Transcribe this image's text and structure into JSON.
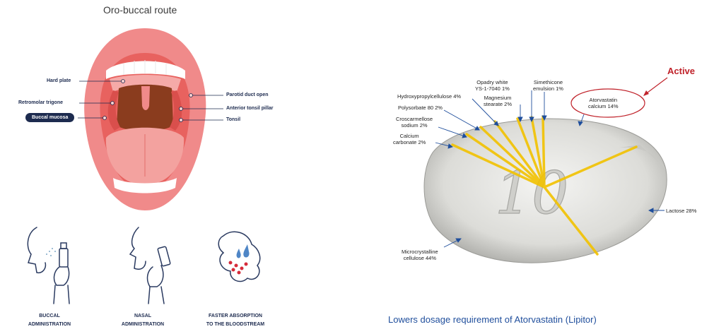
{
  "oral_diagram": {
    "title": "Oro-buccal route",
    "labels": {
      "hard_plate": "Hard plate",
      "retromolar_trigone": "Retromolar trigone",
      "buccal_mucosa": "Buccal mucosa",
      "parotid_duct": "Parotid duct open",
      "anterior_tonsil_pillar": "Anterior tonsil pillar",
      "tonsil": "Tonsil"
    }
  },
  "administration": [
    {
      "line1": "BUCCAL",
      "line2": "ADMINISTRATION",
      "icon": "buccal-spray-icon"
    },
    {
      "line1": "NASAL",
      "line2": "ADMINISTRATION",
      "icon": "nasal-spray-icon"
    },
    {
      "line1": "FASTER ABSORPTION",
      "line2": "TO THE BLOODSTREAM",
      "icon": "bloodstream-absorption-icon"
    }
  ],
  "tablet": {
    "imprint": "10",
    "ingredients": {
      "opadry": [
        "Opadry white",
        "YS-1-7040 1%"
      ],
      "simethicone": [
        "Simethicone",
        "emulsion 1%"
      ],
      "hpc": "Hydroxypropylcellulose 4%",
      "magnesium": [
        "Magnesium",
        "stearate 2%"
      ],
      "polysorbate": "Polysorbate 80 2%",
      "croscarmellose": [
        "Croscarmellose",
        "sodium 2%"
      ],
      "calcium": [
        "Calcium",
        "carbonate 2%"
      ],
      "atorvastatin": [
        "Atorvastatin",
        "calcium 14%"
      ],
      "lactose": "Lactose 28%",
      "mcc": [
        "Microcrystalline",
        "cellulose 44%"
      ]
    },
    "active_label": "Active",
    "caption": "Lowers dosage requirement of Atorvastatin (Lipitor)"
  },
  "colors": {
    "navy": "#1d2b4f",
    "active_red": "#c0222a",
    "caption_blue": "#1f4e9c",
    "ray_yellow": "#f2c200"
  }
}
